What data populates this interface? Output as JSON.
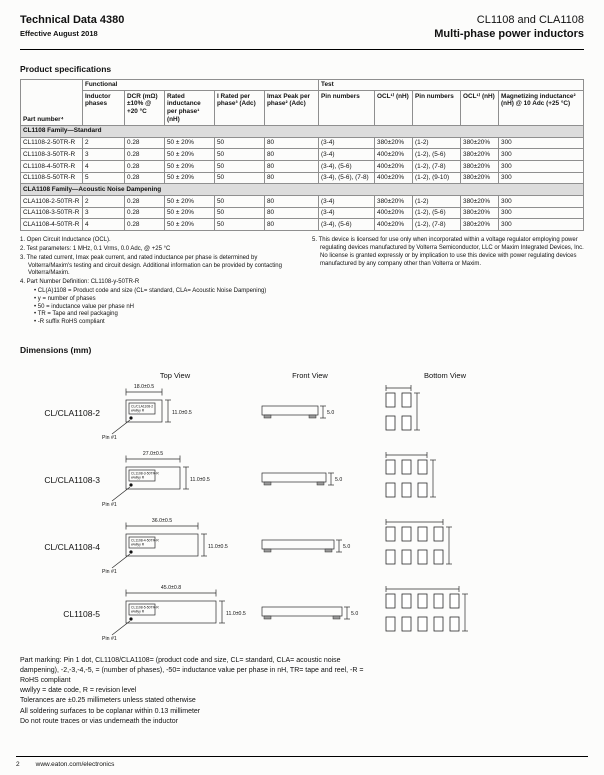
{
  "page": {
    "doc_title": "Technical Data 4380",
    "doc_effective": "Effective August 2018",
    "product_title": "CL1108 and CLA1108",
    "product_subtitle": "Multi-phase power inductors",
    "footer_page": "2",
    "footer_url": "www.eaton.com/electronics"
  },
  "specs": {
    "heading": "Product specifications",
    "group_functional": "Functional",
    "group_test": "Test",
    "columns": [
      "Part number⁴",
      "Inductor phases",
      "DCR (mΩ) ±10% @ +20 °C",
      "Rated inductance per phase¹ (nH)",
      "I Rated per phase³ (Adc)",
      "Imax Peak per phase² (Adc)",
      "Pin numbers",
      "OCL¹⁾ (nH)",
      "Pin numbers",
      "OCL¹⁾ (nH)",
      "Magnetizing inductance² (nH) @ 10 Adc (+25 °C)"
    ],
    "sections": [
      {
        "title": "CL1108 Family—Standard",
        "rows": [
          [
            "CL1108-2-50TR-R",
            "2",
            "0.28",
            "50 ± 20%",
            "50",
            "80",
            "(3-4)",
            "380±20%",
            "(1-2)",
            "380±20%",
            "300"
          ],
          [
            "CL1108-3-50TR-R",
            "3",
            "0.28",
            "50 ± 20%",
            "50",
            "80",
            "(3-4)",
            "400±20%",
            "(1-2), (5-6)",
            "380±20%",
            "300"
          ],
          [
            "CL1108-4-50TR-R",
            "4",
            "0.28",
            "50 ± 20%",
            "50",
            "80",
            "(3-4), (5-6)",
            "400±20%",
            "(1-2), (7-8)",
            "380±20%",
            "300"
          ],
          [
            "CL1108-5-50TR-R",
            "5",
            "0.28",
            "50 ± 20%",
            "50",
            "80",
            "(3-4), (5-6), (7-8)",
            "400±20%",
            "(1-2), (9-10)",
            "380±20%",
            "300"
          ]
        ]
      },
      {
        "title": "CLA1108 Family—Acoustic Noise Dampening",
        "rows": [
          [
            "CLA1108-2-50TR-R",
            "2",
            "0.28",
            "50 ± 20%",
            "50",
            "80",
            "(3-4)",
            "380±20%",
            "(1-2)",
            "380±20%",
            "300"
          ],
          [
            "CLA1108-3-50TR-R",
            "3",
            "0.28",
            "50 ± 20%",
            "50",
            "80",
            "(3-4)",
            "400±20%",
            "(1-2), (5-6)",
            "380±20%",
            "300"
          ],
          [
            "CLA1108-4-50TR-R",
            "4",
            "0.28",
            "50 ± 20%",
            "50",
            "80",
            "(3-4), (5-6)",
            "400±20%",
            "(1-2), (7-8)",
            "380±20%",
            "300"
          ]
        ]
      }
    ],
    "footnotes_left": [
      "1. Open Circuit Inductance (OCL).",
      "2. Test parameters: 1 MHz, 0.1 Vrms, 0.0 Adc, @ +25 °C",
      "3. The rated current, Imax peak current, and rated inductance per phase is determined by Volterra/Maxim's testing and circuit design. Additional information can be provided by contacting Volterra/Maxim.",
      "4. Part Number Definition: CL1108-y-50TR-R"
    ],
    "footnote4_bullets": [
      "CL(A)1108 = Product code and size (CL= standard, CLA= Acoustic Noise Dampening)",
      "y = number of phases",
      "50 = inductance value per phase nH",
      "TR = Tape and reel packaging",
      "-R suffix RoHS compliant"
    ],
    "footnotes_right": [
      "5. This device is licensed for use only when incorporated within a voltage regulator employing power regulating devices manufactured by Volterra Semiconductor, LLC or Maxim Integrated Devices, Inc. No license is granted expressly or by implication to use this device with power regulating devices manufactured by any company other than Volterra or Maxim."
    ]
  },
  "dimensions": {
    "heading": "Dimensions (mm)",
    "view_headers": [
      "Top View",
      "Front View",
      "Bottom View"
    ],
    "rows": [
      {
        "label": "CL/CLA1108-2",
        "width_dim": "18.0±0.5",
        "height_dim": "11.0±0.5",
        "front_dim": "5.0",
        "plate_line1": "CL/CLA1108-2",
        "plate_line2": "wwllyy R",
        "pin_label": "Pin #1"
      },
      {
        "label": "CL/CLA1108-3",
        "width_dim": "27.0±0.5",
        "height_dim": "11.0±0.5",
        "front_dim": "5.0",
        "plate_line1": "CL1108-3-50TR-R",
        "plate_line2": "wwllyy R",
        "pin_label": "Pin #1"
      },
      {
        "label": "CL/CLA1108-4",
        "width_dim": "36.0±0.5",
        "height_dim": "11.0±0.5",
        "front_dim": "5.0",
        "plate_line1": "CL1108-4-50TR-R",
        "plate_line2": "wwllyy R",
        "pin_label": "Pin #1"
      },
      {
        "label": "CL1108-5",
        "width_dim": "45.0±0.8",
        "height_dim": "11.0±0.5",
        "front_dim": "5.0",
        "plate_line1": "CL1108-5-50TR-R",
        "plate_line2": "wwllyy R",
        "pin_label": "Pin #1"
      }
    ]
  },
  "notes": {
    "lines": [
      "Part marking: Pin 1 dot, CL1108/CLA1108= (product code and size, CL= standard, CLA= acoustic noise dampening), -2,-3,-4,-5, = (number of phases), -50= inductance value per phase in nH, TR= tape and reel, -R = RoHS compliant",
      "wwllyy = date code, R = revision level",
      "Tolerances are ±0.25 millimeters unless stated otherwise",
      "All soldering surfaces to be coplanar within 0.13 millimeter",
      "Do not route traces or vias underneath the inductor"
    ]
  }
}
